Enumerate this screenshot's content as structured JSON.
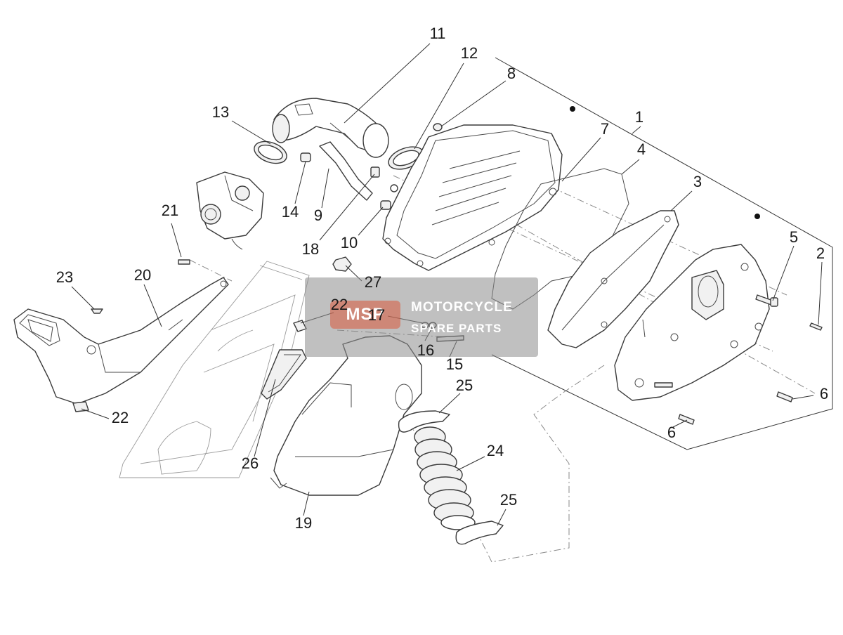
{
  "callouts": [
    "1",
    "2",
    "3",
    "4",
    "5",
    "6",
    "6",
    "7",
    "8",
    "9",
    "10",
    "11",
    "12",
    "13",
    "14",
    "15",
    "16",
    "17",
    "18",
    "19",
    "20",
    "21",
    "22",
    "22",
    "23",
    "24",
    "25",
    "25",
    "26",
    "27"
  ],
  "watermark": {
    "logo": "MSP",
    "line1": "MOTORCYCLE",
    "line2": "SPARE PARTS"
  },
  "colors": {
    "line": "#3a3a3a",
    "watermark": "#8c8c8c",
    "watermark_accent": "#d9573b"
  }
}
